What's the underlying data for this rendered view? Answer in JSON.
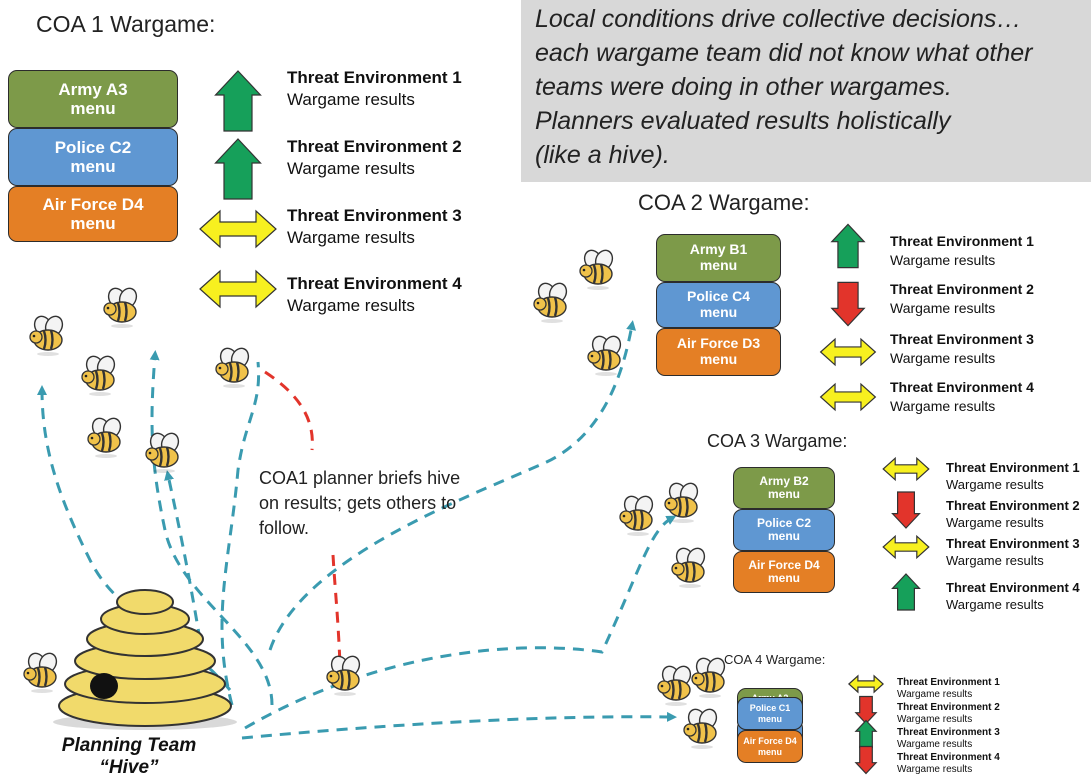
{
  "callout": {
    "lines": [
      "Local conditions drive collective decisions…",
      "each wargame team did not know what other",
      "teams were doing in other wargames.",
      "Planners evaluated results holistically",
      "(like a hive)."
    ]
  },
  "note": {
    "lines": [
      "COA1 planner briefs hive",
      "on results; gets others to",
      "follow."
    ]
  },
  "hive": {
    "label_lines": [
      "Planning Team",
      "“Hive”"
    ]
  },
  "colors": {
    "army": "#7d9a49",
    "police": "#5f97d2",
    "air_force": "#e47f25",
    "arrow_green": "#16a05a",
    "arrow_red": "#e2342b",
    "arrow_yellow": "#f7f01f",
    "path_teal": "#3a9bb0",
    "path_red": "#e2342b",
    "callout_bg": "#d8d8d8"
  },
  "coas": [
    {
      "title": "COA 1 Wargame:",
      "menus": [
        {
          "kind": "army",
          "line1": "Army A3",
          "line2": "menu"
        },
        {
          "kind": "police",
          "line1": "Police C2",
          "line2": "menu"
        },
        {
          "kind": "air",
          "line1": "Air Force D4",
          "line2": "menu"
        }
      ],
      "threats": [
        {
          "title": "Threat Environment 1",
          "result": "Wargame results",
          "arrow": "up-green"
        },
        {
          "title": "Threat Environment 2",
          "result": "Wargame results",
          "arrow": "up-green"
        },
        {
          "title": "Threat Environment 3",
          "result": "Wargame results",
          "arrow": "both-yellow"
        },
        {
          "title": "Threat Environment 4",
          "result": "Wargame results",
          "arrow": "both-yellow"
        }
      ]
    },
    {
      "title": "COA 2 Wargame:",
      "menus": [
        {
          "kind": "army",
          "line1": "Army B1",
          "line2": "menu"
        },
        {
          "kind": "police",
          "line1": "Police C4",
          "line2": "menu"
        },
        {
          "kind": "air",
          "line1": "Air Force D3",
          "line2": "menu"
        }
      ],
      "threats": [
        {
          "title": "Threat Environment 1",
          "result": "Wargame results",
          "arrow": "up-green"
        },
        {
          "title": "Threat Environment 2",
          "result": "Wargame results",
          "arrow": "down-red"
        },
        {
          "title": "Threat Environment 3",
          "result": "Wargame results",
          "arrow": "both-yellow"
        },
        {
          "title": "Threat Environment 4",
          "result": "Wargame results",
          "arrow": "both-yellow"
        }
      ]
    },
    {
      "title": "COA 3 Wargame:",
      "menus": [
        {
          "kind": "army",
          "line1": "Army B2",
          "line2": "menu"
        },
        {
          "kind": "police",
          "line1": "Police C2",
          "line2": "menu"
        },
        {
          "kind": "air",
          "line1": "Air Force D4",
          "line2": "menu"
        }
      ],
      "threats": [
        {
          "title": "Threat Environment 1",
          "result": "Wargame results",
          "arrow": "both-yellow"
        },
        {
          "title": "Threat Environment 2",
          "result": "Wargame results",
          "arrow": "down-red"
        },
        {
          "title": "Threat Environment 3",
          "result": "Wargame results",
          "arrow": "both-yellow"
        },
        {
          "title": "Threat Environment 4",
          "result": "Wargame results",
          "arrow": "up-green"
        }
      ]
    },
    {
      "title": "COA 4 Wargame:",
      "menus": [
        {
          "kind": "army",
          "line1": "Army A2",
          "line2": "menu"
        },
        {
          "kind": "police",
          "line1": "Police C1",
          "line2": "menu"
        },
        {
          "kind": "air",
          "line1": "Air Force D4",
          "line2": "menu"
        }
      ],
      "threats": [
        {
          "title": "Threat Environment 1",
          "result": "Wargame results",
          "arrow": "both-yellow"
        },
        {
          "title": "Threat Environment 2",
          "result": "Wargame results",
          "arrow": "down-red"
        },
        {
          "title": "Threat Environment 3",
          "result": "Wargame results",
          "arrow": "up-green"
        },
        {
          "title": "Threat Environment 4",
          "result": "Wargame results",
          "arrow": "down-red"
        }
      ]
    }
  ]
}
